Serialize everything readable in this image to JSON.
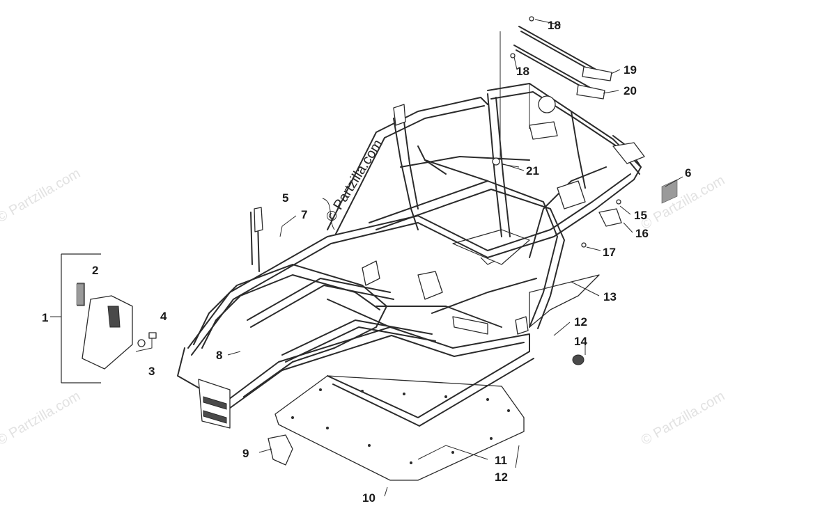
{
  "watermarks": {
    "text": "© Partzilla.com",
    "center_text": "© Partzilla.com"
  },
  "callouts": [
    {
      "id": "c1",
      "text": "1"
    },
    {
      "id": "c2",
      "text": "2"
    },
    {
      "id": "c3",
      "text": "3"
    },
    {
      "id": "c4",
      "text": "4"
    },
    {
      "id": "c5",
      "text": "5"
    },
    {
      "id": "c6",
      "text": "6"
    },
    {
      "id": "c7",
      "text": "7"
    },
    {
      "id": "c8",
      "text": "8"
    },
    {
      "id": "c9",
      "text": "9"
    },
    {
      "id": "c10",
      "text": "10"
    },
    {
      "id": "c11",
      "text": "11"
    },
    {
      "id": "c12a",
      "text": "12"
    },
    {
      "id": "c12b",
      "text": "12"
    },
    {
      "id": "c13",
      "text": "13"
    },
    {
      "id": "c14",
      "text": "14"
    },
    {
      "id": "c15",
      "text": "15"
    },
    {
      "id": "c16",
      "text": "16"
    },
    {
      "id": "c17",
      "text": "17"
    },
    {
      "id": "c18a",
      "text": "18"
    },
    {
      "id": "c18b",
      "text": "18"
    },
    {
      "id": "c19",
      "text": "19"
    },
    {
      "id": "c20",
      "text": "20"
    },
    {
      "id": "c21",
      "text": "21"
    }
  ],
  "colors": {
    "line": "#2b2b2b",
    "watermark": "#e2e2e2",
    "background": "#ffffff"
  }
}
